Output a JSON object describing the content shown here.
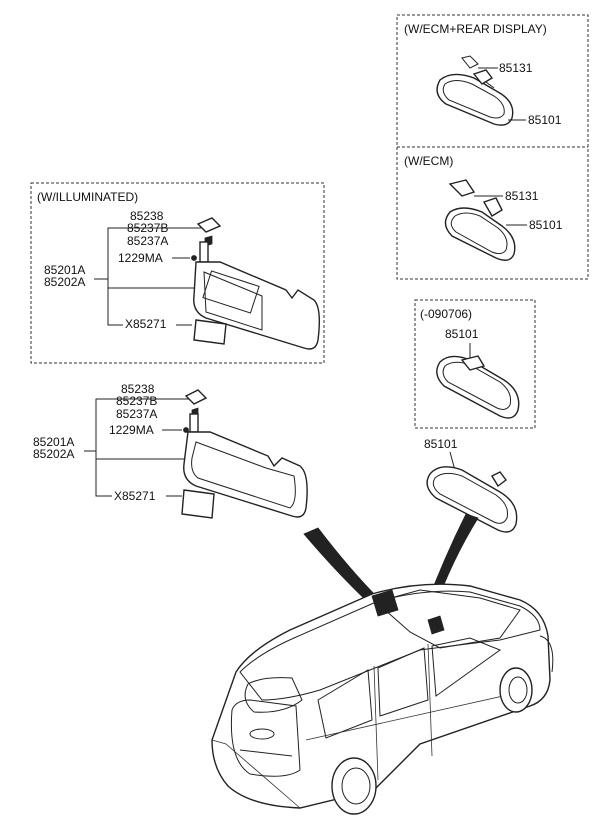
{
  "boxes": {
    "ecm_rear_display": {
      "title": "(W/ECM+REAR DISPLAY)",
      "labels": [
        "85131",
        "85101"
      ]
    },
    "ecm": {
      "title": "(W/ECM)",
      "labels": [
        "85131",
        "85101"
      ]
    },
    "early": {
      "title": "(-090706)",
      "labels": [
        "85101"
      ]
    },
    "illuminated": {
      "title": "(W/ILLUMINATED)",
      "labels": [
        "85238",
        "85237B",
        "85237A",
        "1229MA",
        "85201A",
        "85202A",
        "X85271"
      ]
    }
  },
  "main_visor": {
    "labels": [
      "85238",
      "85237B",
      "85237A",
      "1229MA",
      "85201A",
      "85202A",
      "X85271"
    ]
  },
  "main_mirror": {
    "label": "85101"
  }
}
